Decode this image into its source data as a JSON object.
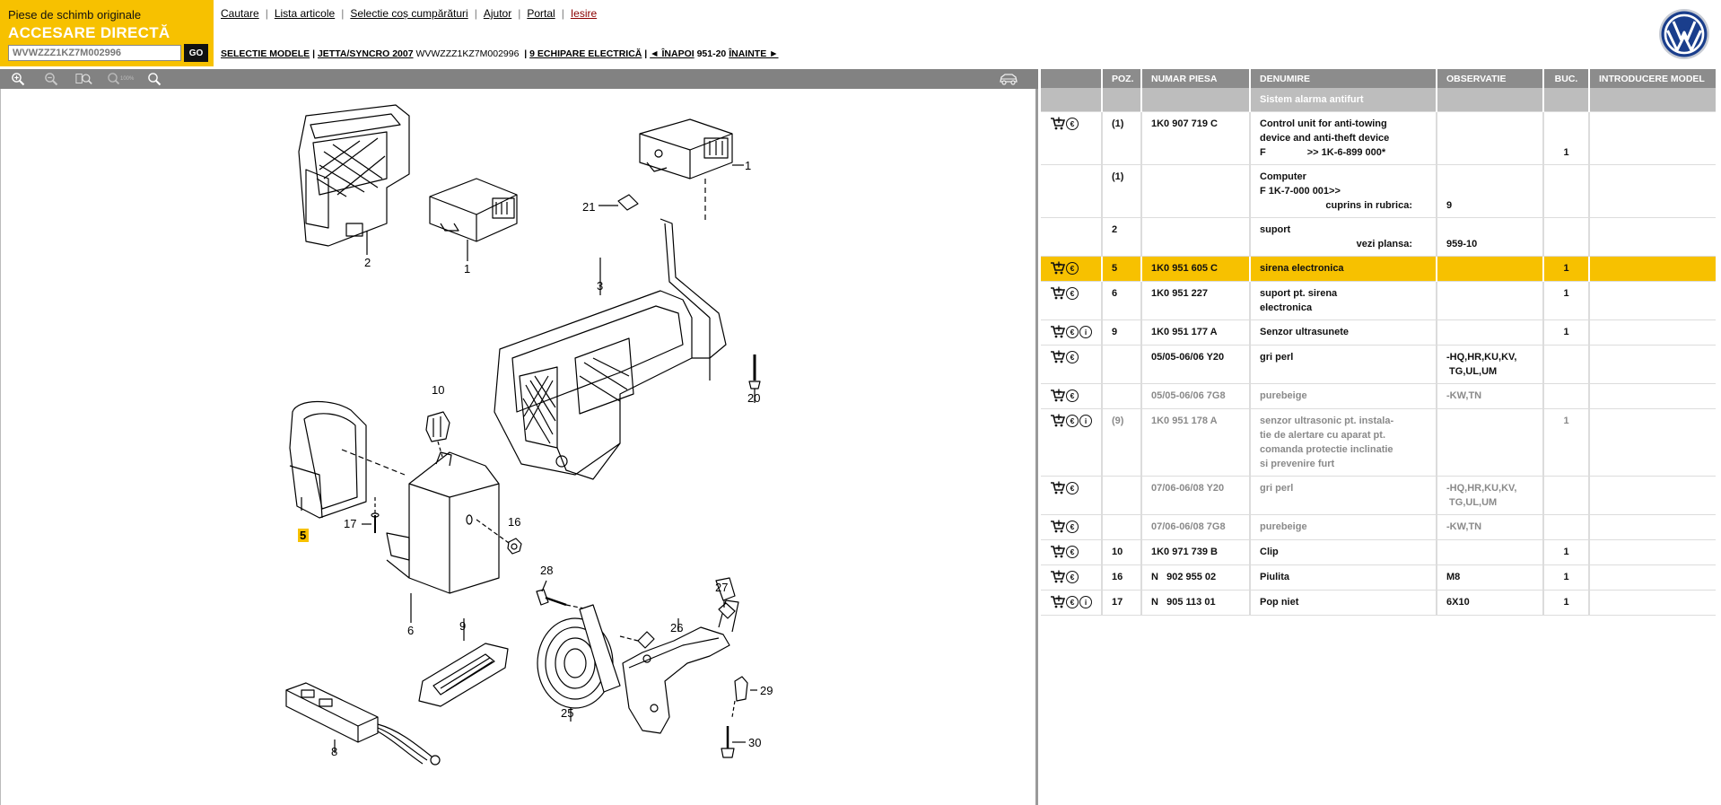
{
  "brand": {
    "title": "Piese de schimb originale",
    "access": "ACCESARE DIRECTĂ",
    "vin_value": "WVWZZZ1KZ7M002996",
    "go_label": "GO"
  },
  "nav": {
    "search": "Cautare",
    "list": "Lista articole",
    "cart": "Selectie coș cumpărături",
    "help": "Ajutor",
    "portal": "Portal",
    "exit": "Iesire"
  },
  "breadcrumb": {
    "models": "SELECTIE MODELE",
    "model": "JETTA/SYNCRO 2007",
    "vin": "WVWZZZ1KZ7M002996",
    "group": "9 ECHIPARE ELECTRICĂ",
    "back": "◄ ÎNAPOI",
    "plate": "951-20",
    "next": "ÎNAINTE ►"
  },
  "toolbar": {
    "icons": [
      "zoom-in-icon",
      "zoom-out-icon",
      "zoom-fit-icon",
      "zoom-100-icon",
      "zoom-icon",
      "car-icon"
    ]
  },
  "diagram": {
    "labels": [
      "1",
      "1",
      "2",
      "3",
      "5",
      "6",
      "8",
      "9",
      "10",
      "16",
      "17",
      "20",
      "21",
      "25",
      "26",
      "27",
      "28",
      "29",
      "30"
    ],
    "highlighted_label": "5",
    "highlight_color": "#f7c100"
  },
  "table": {
    "headers": [
      "",
      "POZ.",
      "NUMAR PIESA",
      "DENUMIRE",
      "OBSERVATIE",
      "BUC.",
      "INTRODUCERE MODEL"
    ],
    "section_title": "Sistem alarma antifurt",
    "rows": [
      {
        "icons": [
          "cart",
          "euro"
        ],
        "poz": "(1)",
        "part": "1K0 907 719 C",
        "name": [
          "Control unit for anti-towing",
          "device and anti-theft device"
        ],
        "sub_k": "F",
        "sub_v": ">> 1K-6-899 000*",
        "obs": "",
        "qty": "1"
      },
      {
        "icons": [],
        "poz": "(1)",
        "part": "",
        "name": [
          "Computer",
          "F 1K-7-000 001>>"
        ],
        "sub_k": "cuprins in rubrica:",
        "obs_inline": "9",
        "obs": "",
        "qty": ""
      },
      {
        "icons": [],
        "poz": "2",
        "part": "",
        "name": [
          "suport"
        ],
        "sub_k": "vezi plansa:",
        "obs_inline": "959-10",
        "obs": "",
        "qty": ""
      },
      {
        "icons": [
          "cart",
          "euro"
        ],
        "poz": "5",
        "part": "1K0 951 605 C",
        "name": [
          "sirena electronica"
        ],
        "obs": "",
        "qty": "1",
        "highlight": true
      },
      {
        "icons": [
          "cart",
          "euro"
        ],
        "poz": "6",
        "part": "1K0 951 227",
        "name": [
          "suport pt. sirena",
          "electronica"
        ],
        "obs": "",
        "qty": "1"
      },
      {
        "icons": [
          "cart",
          "euro",
          "info"
        ],
        "poz": "9",
        "part": "1K0 951 177 A",
        "name": [
          "Senzor ultrasunete"
        ],
        "obs": "",
        "qty": "1"
      },
      {
        "icons": [
          "cart",
          "euro"
        ],
        "poz": "",
        "part": "05/05-06/06 Y20",
        "name": [
          "gri perl"
        ],
        "obs": [
          "-HQ,HR,KU,KV,",
          " TG,UL,UM"
        ],
        "qty": ""
      },
      {
        "icons": [
          "cart",
          "euro"
        ],
        "poz": "",
        "part": "05/05-06/06 7G8",
        "name": [
          "purebeige"
        ],
        "obs": [
          "-KW,TN"
        ],
        "qty": "",
        "dim": true
      },
      {
        "icons": [
          "cart",
          "euro",
          "info"
        ],
        "poz": "(9)",
        "part": "1K0 951 178 A",
        "name": [
          "senzor ultrasonic pt. instala-",
          "tie de alertare cu aparat pt.",
          "comanda protectie inclinatie",
          "si prevenire furt"
        ],
        "obs": "",
        "qty": "1",
        "dim": true
      },
      {
        "icons": [
          "cart",
          "euro"
        ],
        "poz": "",
        "part": "07/06-06/08 Y20",
        "name": [
          "gri perl"
        ],
        "obs": [
          "-HQ,HR,KU,KV,",
          " TG,UL,UM"
        ],
        "qty": "",
        "dim": true
      },
      {
        "icons": [
          "cart",
          "euro"
        ],
        "poz": "",
        "part": "07/06-06/08 7G8",
        "name": [
          "purebeige"
        ],
        "obs": [
          "-KW,TN"
        ],
        "qty": "",
        "dim": true
      },
      {
        "icons": [
          "cart",
          "euro"
        ],
        "poz": "10",
        "part": "1K0 971 739 B",
        "name": [
          "Clip"
        ],
        "obs": "",
        "qty": "1"
      },
      {
        "icons": [
          "cart",
          "euro"
        ],
        "poz": "16",
        "part": "N   902 955 02",
        "name": [
          "Piulita"
        ],
        "obs": [
          "M8"
        ],
        "qty": "1"
      },
      {
        "icons": [
          "cart",
          "euro",
          "info"
        ],
        "poz": "17",
        "part": "N   905 113 01",
        "name": [
          "Pop niet"
        ],
        "obs": [
          "6X10"
        ],
        "qty": "1"
      }
    ]
  },
  "colors": {
    "brand_yellow": "#f7c100",
    "header_grey": "#8c8c8c",
    "section_grey": "#bdbdbd",
    "vw_blue": "#1a3e8c",
    "exit_red": "#8b0000"
  }
}
